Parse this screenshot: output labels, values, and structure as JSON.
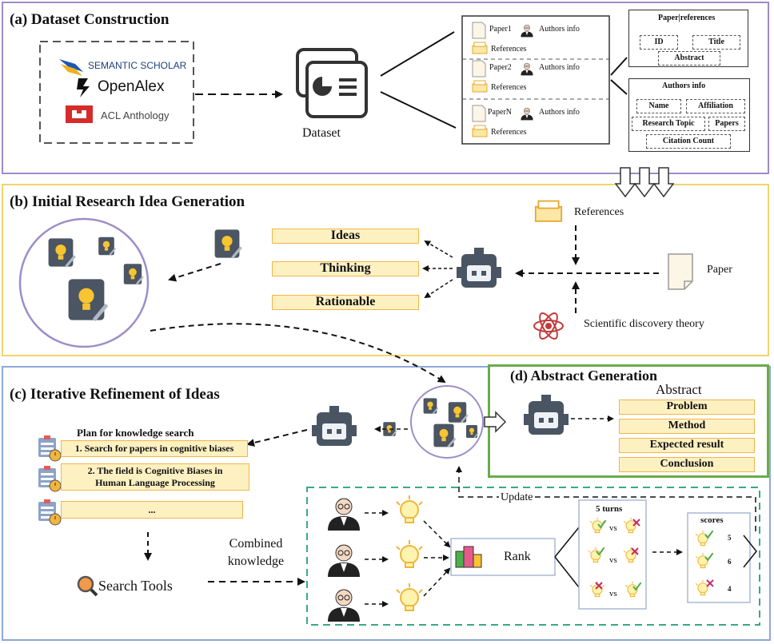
{
  "panel_a": {
    "title": "(a)  Dataset Construction",
    "sources": [
      "SEMANTIC SCHOLAR",
      "OpenAlex",
      "ACL Anthology"
    ],
    "dataset_label": "Dataset",
    "papers": [
      {
        "paper": "Paper1",
        "authors": "Authors info",
        "refs": "References"
      },
      {
        "paper": "Paper2",
        "authors": "Authors info",
        "refs": "References"
      },
      {
        "paper": "PaperN",
        "authors": "Authors info",
        "refs": "References"
      }
    ],
    "paper_refs_box": {
      "title": "Paper|references",
      "fields": [
        "ID",
        "Title",
        "Abstract"
      ]
    },
    "authors_box": {
      "title": "Authors info",
      "fields": [
        "Name",
        "Affiliation",
        "Research Topic",
        "Papers",
        "Citation Count"
      ]
    }
  },
  "panel_b": {
    "title": "(b)  Initial Research  Idea Generation",
    "outputs": [
      "Ideas",
      "Thinking",
      "Rationable"
    ],
    "inputs": {
      "references": "References",
      "paper": "Paper",
      "theory": "Scientific discovery theory"
    }
  },
  "panel_c": {
    "title": "(c)  Iterative Refinement of Ideas",
    "plan_title": "Plan for knowledge search",
    "plan_items": [
      "1. Search for papers in cognitive biases",
      "2. The field is Cognitive Biases in Human Language Processing",
      "..."
    ],
    "search_tools": "Search Tools",
    "combined": "Combined knowledge",
    "update": "Update",
    "rank": "Rank",
    "turns_title": "5 turns",
    "vs": "vs",
    "scores_title": "scores",
    "scores": [
      "5",
      "6",
      "4"
    ]
  },
  "panel_d": {
    "title": "(d)  Abstract Generation",
    "heading": "Abstract",
    "items": [
      "Problem",
      "Method",
      "Expected result",
      "Conclusion"
    ]
  },
  "colors": {
    "panel_a_border": "#9c8cc8",
    "panel_b_border": "#f2d46a",
    "panel_c_border": "#8fa8d8",
    "panel_d_border": "#6aac4a",
    "teal_dashed": "#3aa88a",
    "idea_yellow": "#fdf1c2",
    "bulb": "#f7c531"
  }
}
